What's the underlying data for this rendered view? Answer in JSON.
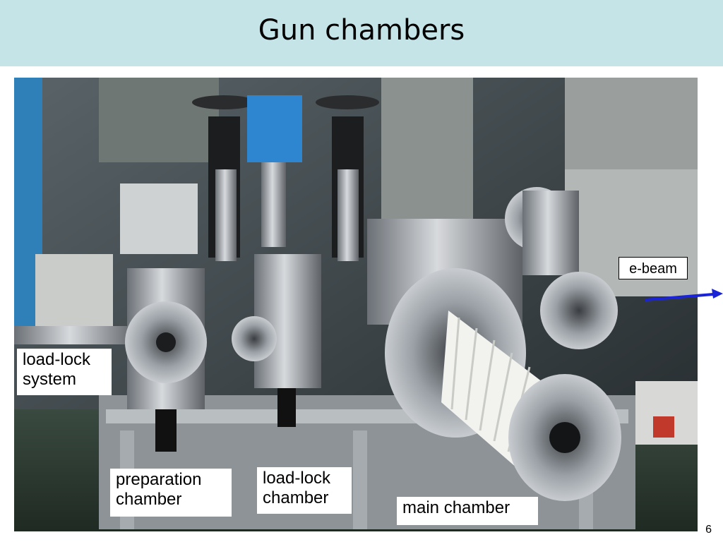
{
  "slide": {
    "title": "Gun chambers",
    "page_number": "6"
  },
  "labels": {
    "load_lock_system": "load-lock\nsystem",
    "preparation_chamber": "preparation\nchamber",
    "load_lock_chamber": "load-lock\nchamber",
    "main_chamber": "main chamber",
    "e_beam": "e-beam"
  },
  "colors": {
    "title_bar": "#c4e4e8",
    "arrow": "#1a24d6"
  },
  "icons": {
    "beam_arrow": "arrow-right-icon"
  }
}
